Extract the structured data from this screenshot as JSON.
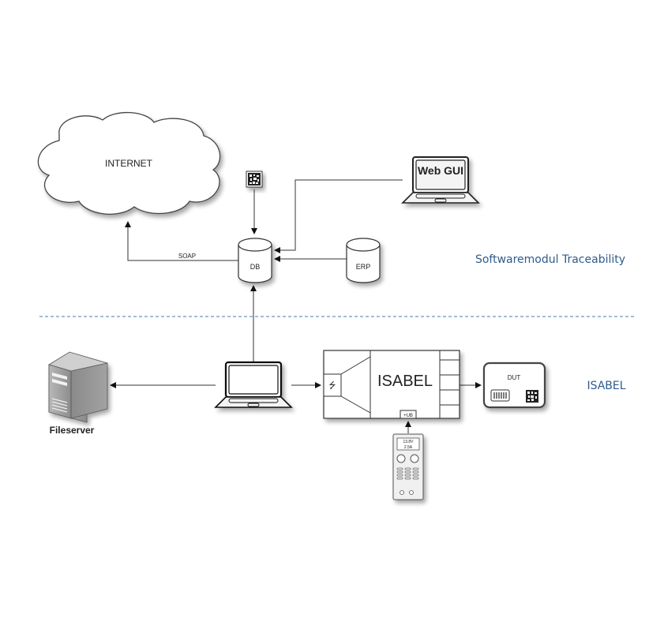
{
  "diagram": {
    "title": "",
    "regions": {
      "top": {
        "label": "Softwaremodul Traceability"
      },
      "bottom": {
        "label": "ISABEL"
      }
    },
    "nodes": {
      "internet": {
        "label": "INTERNET",
        "shape": "cloud"
      },
      "db": {
        "label": "DB",
        "shape": "cylinder"
      },
      "erp": {
        "label": "ERP",
        "shape": "cylinder"
      },
      "webgui": {
        "label": "Web GUI",
        "shape": "laptop"
      },
      "datamatrix": {
        "label": "",
        "shape": "datamatrix-code"
      },
      "laptop": {
        "label": "",
        "shape": "laptop"
      },
      "fileserver": {
        "label": "Fileserver",
        "shape": "server"
      },
      "isabel": {
        "label": "ISABEL",
        "shape": "device",
        "port_label": "+UB",
        "usb_icon": "usb-icon"
      },
      "dut": {
        "label": "DUT",
        "shape": "rounded-box",
        "icons": [
          "barcode-icon",
          "datamatrix-icon"
        ]
      },
      "power_supply": {
        "shape": "power-supply",
        "display_line1": "13.8V",
        "display_line2": "2.5A"
      }
    },
    "edges": [
      {
        "from": "db",
        "to": "internet",
        "label": "SOAP"
      },
      {
        "from": "datamatrix",
        "to": "db",
        "label": ""
      },
      {
        "from": "webgui",
        "to": "db",
        "label": ""
      },
      {
        "from": "erp",
        "to": "db",
        "label": ""
      },
      {
        "from": "laptop",
        "to": "db",
        "label": ""
      },
      {
        "from": "laptop",
        "to": "fileserver",
        "label": ""
      },
      {
        "from": "laptop",
        "to": "isabel",
        "label": ""
      },
      {
        "from": "isabel",
        "to": "dut",
        "label": ""
      },
      {
        "from": "power_supply",
        "to": "isabel",
        "label": ""
      }
    ],
    "colors": {
      "region_text": "#2f5b8c",
      "divider": "#4a78a8",
      "line": "#333333"
    }
  }
}
